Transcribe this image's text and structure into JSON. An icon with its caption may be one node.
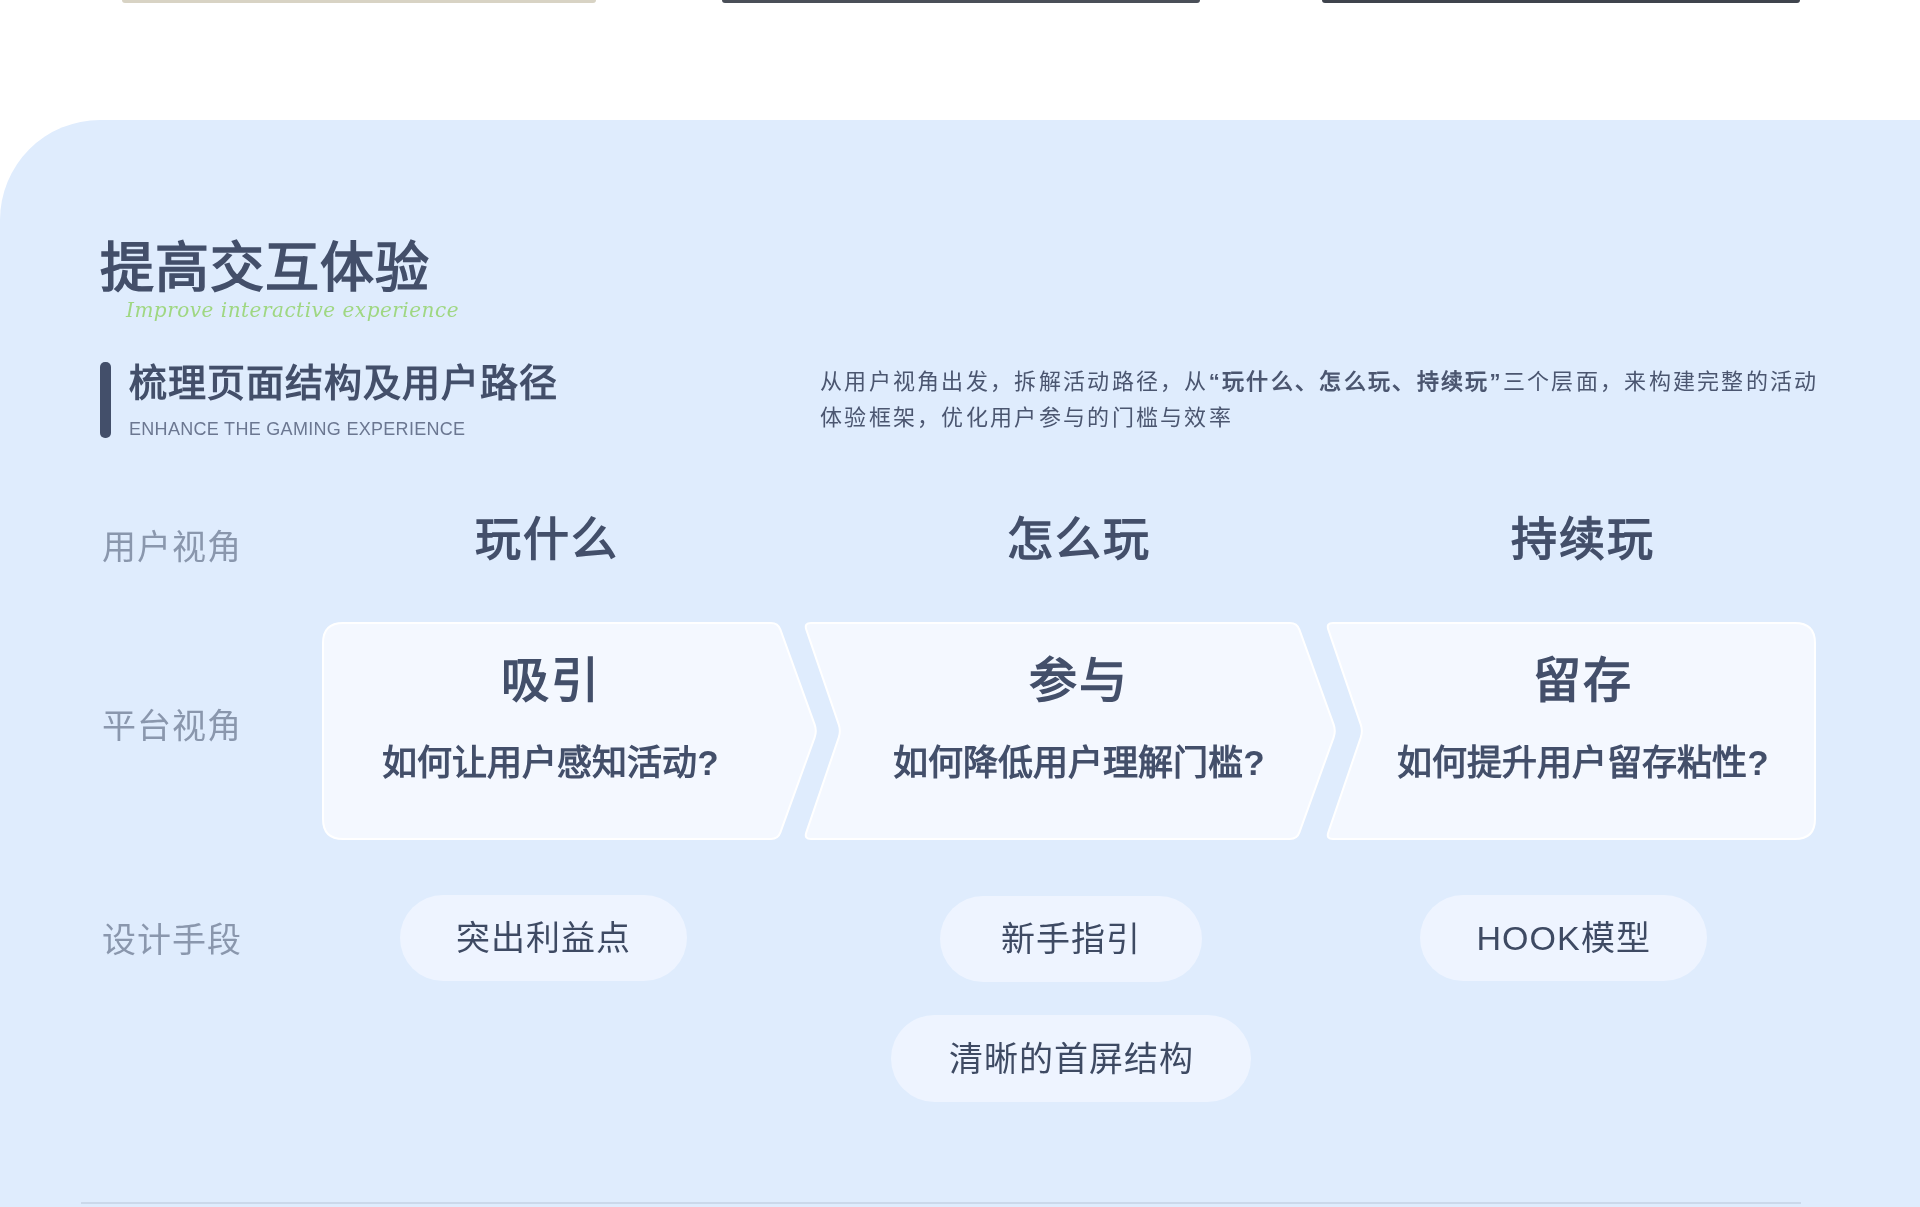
{
  "diagram": {
    "title": "提高交互体验",
    "nodes": [
      {
        "text": [
          "吸引",
          "如何让用户感知活动?"
        ]
      },
      {
        "text": [
          "参与",
          "如何降低用户理解门槛?"
        ]
      },
      {
        "text": [
          "留存",
          "如何提升用户留存粘性?"
        ]
      },
      {
        "text": [
          "突出利益点"
        ]
      },
      {
        "text": [
          "新手指引"
        ]
      },
      {
        "text": [
          "HOOK模型"
        ]
      },
      {
        "text": [
          "清晰的首屏结构"
        ]
      }
    ],
    "labels": [
      "Improve interactive experience",
      "梳理页面结构及用户路径",
      "ENHANCE THE GAMING EXPERIENCE",
      "从用户视角出发，拆解活动路径，从**“玩什么、怎么玩、持续玩”**三个层面，来构建完整的活动体验框架，优化用户参与的门槛与效率",
      "用户视角",
      "玩什么",
      "怎么玩",
      "持续玩",
      "平台视角",
      "设计手段"
    ]
  }
}
